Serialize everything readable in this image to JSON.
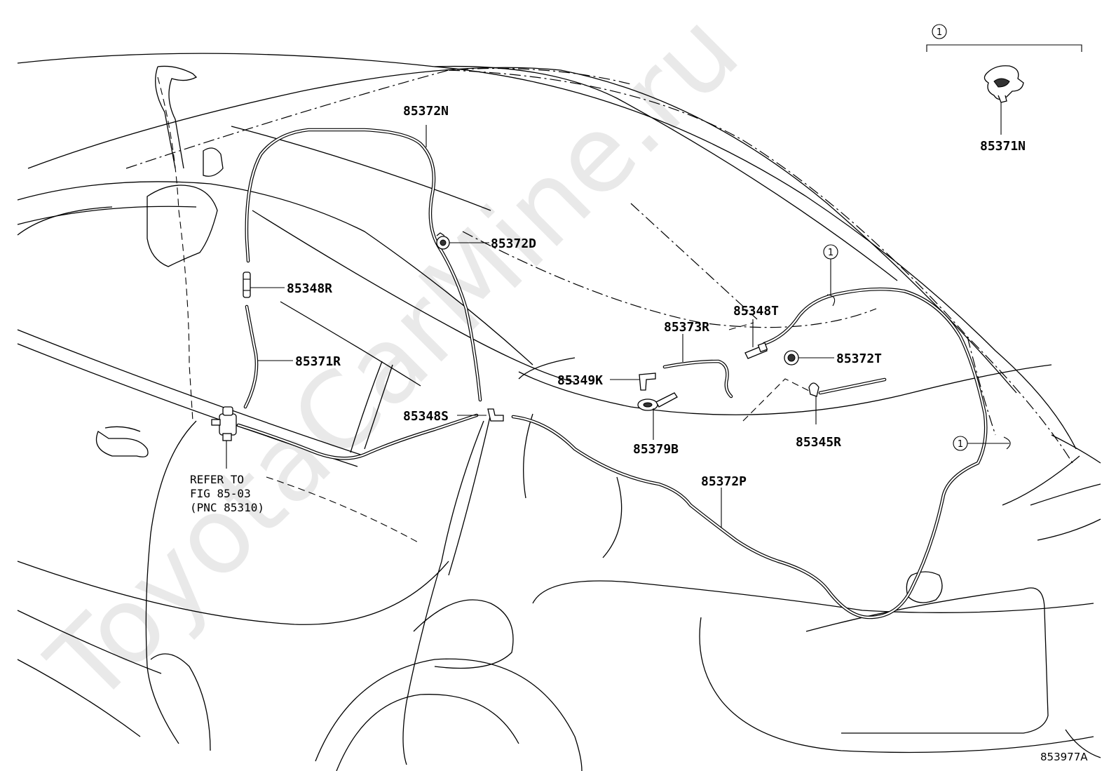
{
  "watermark": "ToyotaCarMine.ru",
  "figure_id": "853977A",
  "detail_callout": "1",
  "callouts": [
    "1",
    "1"
  ],
  "parts": [
    {
      "id": "p-85372N",
      "label": "85372N"
    },
    {
      "id": "p-85372D",
      "label": "85372D"
    },
    {
      "id": "p-85348R",
      "label": "85348R"
    },
    {
      "id": "p-85371R",
      "label": "85371R"
    },
    {
      "id": "p-85348S",
      "label": "85348S"
    },
    {
      "id": "p-85373R",
      "label": "85373R"
    },
    {
      "id": "p-85348T",
      "label": "85348T"
    },
    {
      "id": "p-85372T",
      "label": "85372T"
    },
    {
      "id": "p-85349K",
      "label": "85349K"
    },
    {
      "id": "p-85379B",
      "label": "85379B"
    },
    {
      "id": "p-85345R",
      "label": "85345R"
    },
    {
      "id": "p-85372P",
      "label": "85372P"
    },
    {
      "id": "p-85371N",
      "label": "85371N"
    }
  ],
  "refer_note": {
    "line1": "REFER TO",
    "line2": "FIG 85-03",
    "line3": "(PNC 85310)"
  }
}
